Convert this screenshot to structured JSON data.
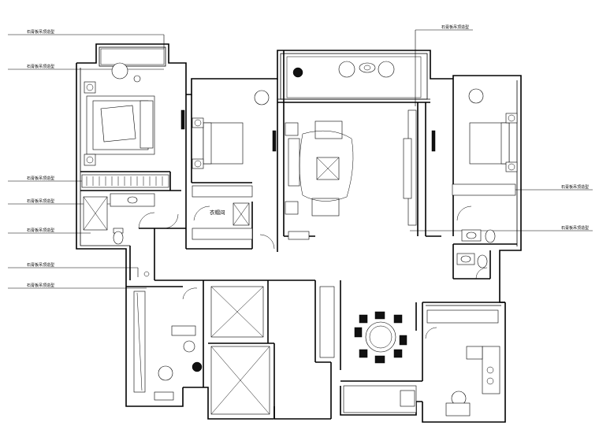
{
  "annotations": {
    "left_1": "石膏板吊顶造型",
    "left_2": "石膏板吊顶造型",
    "left_3": "石膏板吊顶造型",
    "left_4": "石膏板吊顶造型",
    "left_5": "石膏板吊顶造型",
    "left_6": "石膏板吊顶造型",
    "left_7": "石膏板吊顶造型",
    "top_right": "石膏板吊顶造型",
    "right_1": "石膏板吊顶造型",
    "right_2": "石膏板吊顶造型"
  },
  "rooms": {
    "cloakroom": "衣帽间"
  }
}
